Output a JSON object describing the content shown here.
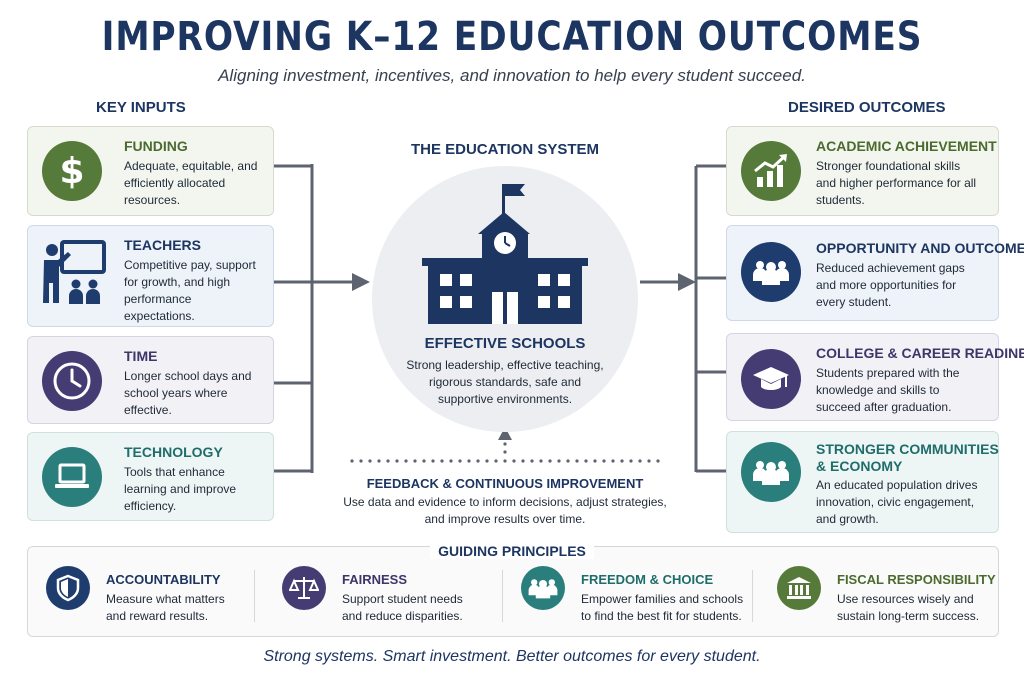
{
  "title": "IMPROVING K–12 EDUCATION OUTCOMES",
  "subtitle": "Aligning investment, incentives, and innovation to help every student succeed.",
  "inputs": {
    "heading": "KEY INPUTS",
    "items": [
      {
        "title": "FUNDING",
        "desc": "Adequate, equitable, and efficiently allocated resources.",
        "icon": "dollar-icon",
        "color": "#557a3a"
      },
      {
        "title": "TEACHERS",
        "desc": "Competitive pay, support for growth, and high performance expectations.",
        "icon": "teacher-icon",
        "color": "#1f3c6e"
      },
      {
        "title": "TIME",
        "desc": "Longer school days and school years where effective.",
        "icon": "clock-icon",
        "color": "#463c74"
      },
      {
        "title": "TECHNOLOGY",
        "desc": "Tools that enhance learning and improve efficiency.",
        "icon": "laptop-icon",
        "color": "#2a7f7c"
      }
    ]
  },
  "system": {
    "heading": "THE EDUCATION SYSTEM",
    "title": "EFFECTIVE SCHOOLS",
    "desc": "Strong leadership, effective teaching, rigorous standards, safe and supportive environments.",
    "icon": "school-building-icon"
  },
  "feedback": {
    "title": "FEEDBACK & CONTINUOUS IMPROVEMENT",
    "desc": "Use data and evidence to inform decisions, adjust strategies, and improve results over time."
  },
  "outcomes": {
    "heading": "DESIRED OUTCOMES",
    "items": [
      {
        "title": "ACADEMIC ACHIEVEMENT",
        "desc": "Stronger foundational skills and higher performance for all students.",
        "icon": "growth-chart-icon",
        "color": "#557a3a"
      },
      {
        "title": "OPPORTUNITY AND OUTCOMES",
        "desc": "Reduced achievement gaps and more opportunities for every student.",
        "icon": "people-group-icon",
        "color": "#1f3c6e"
      },
      {
        "title": "COLLEGE & CAREER READINESS",
        "desc": "Students prepared with the knowledge and skills to succeed after graduation.",
        "icon": "graduation-cap-icon",
        "color": "#463c74"
      },
      {
        "title": "STRONGER COMMUNITIES",
        "title2": "& ECONOMY",
        "desc": "An educated population drives innovation, civic engagement, and growth.",
        "icon": "community-icon",
        "color": "#2a7f7c"
      }
    ]
  },
  "principles": {
    "heading": "GUIDING PRINCIPLES",
    "items": [
      {
        "title": "ACCOUNTABILITY",
        "line1": "Measure what matters",
        "line2": "and reward results.",
        "icon": "shield-icon",
        "color": "#1f3c6e"
      },
      {
        "title": "FAIRNESS",
        "line1": "Support student needs",
        "line2": "and reduce disparities.",
        "icon": "scales-icon",
        "color": "#463c74"
      },
      {
        "title": "FREEDOM & CHOICE",
        "line1": "Empower families and schools",
        "line2": "to find the best fit for students.",
        "icon": "people-icon",
        "color": "#2a7f7c"
      },
      {
        "title": "FISCAL RESPONSIBILITY",
        "line1": "Use resources wisely and",
        "line2": "sustain long-term success.",
        "icon": "institution-icon",
        "color": "#557a3a"
      }
    ]
  },
  "footer": "Strong systems. Smart investment. Better outcomes for every student."
}
